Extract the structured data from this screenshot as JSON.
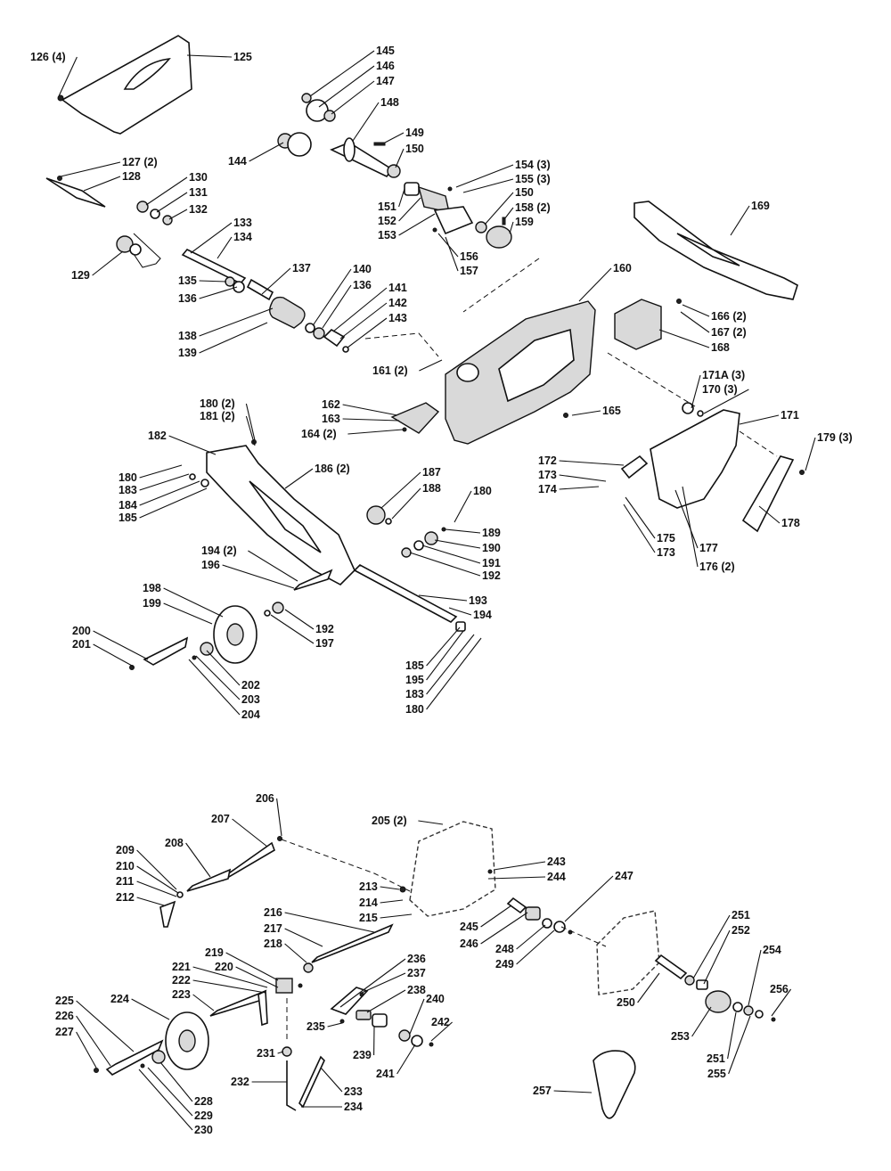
{
  "labels": [
    "126 (4)",
    "125",
    "145",
    "146",
    "147",
    "148",
    "149",
    "150",
    "144",
    "127 (2)",
    "128",
    "130",
    "131",
    "132",
    "154 (3)",
    "155 (3)",
    "150",
    "158 (2)",
    "159",
    "151",
    "152",
    "153",
    "156",
    "157",
    "169",
    "133",
    "134",
    "129",
    "135",
    "136",
    "137",
    "140",
    "136",
    "141",
    "142",
    "143",
    "138",
    "139",
    "160",
    "166 (2)",
    "167 (2)",
    "168",
    "161 (2)",
    "162",
    "163",
    "164 (2)",
    "165",
    "171A (3)",
    "170 (3)",
    "171",
    "179 (3)",
    "180 (2)",
    "181 (2)",
    "182",
    "180",
    "183",
    "184",
    "185",
    "186 (2)",
    "187",
    "188",
    "180",
    "189",
    "190",
    "191",
    "192",
    "172",
    "173",
    "174",
    "175",
    "173",
    "177",
    "176 (2)",
    "178",
    "194 (2)",
    "196",
    "198",
    "199",
    "193",
    "194",
    "192",
    "197",
    "200",
    "201",
    "185",
    "195",
    "183",
    "180",
    "202",
    "203",
    "204",
    "206",
    "205 (2)",
    "207",
    "208",
    "209",
    "210",
    "211",
    "212",
    "243",
    "244",
    "247",
    "213",
    "214",
    "215",
    "216",
    "217",
    "218",
    "245",
    "246",
    "248",
    "249",
    "219",
    "220",
    "221",
    "222",
    "223",
    "236",
    "237",
    "238",
    "240",
    "251",
    "252",
    "254",
    "224",
    "225",
    "226",
    "227",
    "235",
    "239",
    "242",
    "241",
    "250",
    "253",
    "256",
    "231",
    "251",
    "255",
    "232",
    "233",
    "234",
    "228",
    "229",
    "230",
    "257"
  ]
}
